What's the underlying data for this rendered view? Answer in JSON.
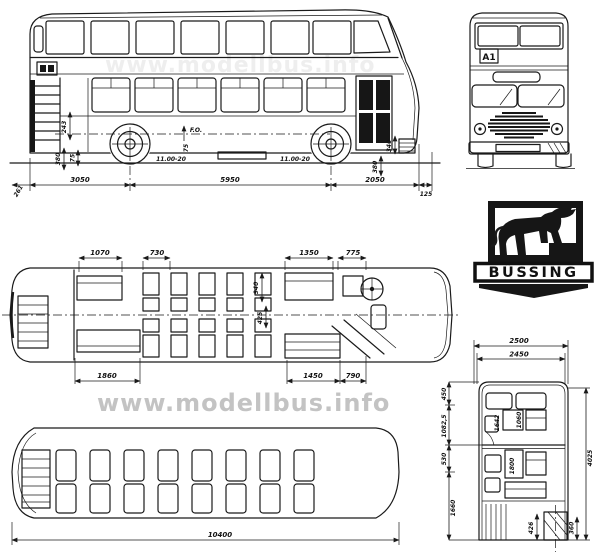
{
  "colors": {
    "ink": "#1a1a1a",
    "paper": "#ffffff",
    "watermark": "#b3b3b3"
  },
  "watermark": {
    "text": "www.modellbus.info"
  },
  "logo": {
    "brand": "BÜSSING"
  },
  "front": {
    "route_sign": "A1"
  },
  "side": {
    "tire_front": "11.00-20",
    "tire_rear": "11.00-20",
    "floor_datum": "F.O.",
    "dims": {
      "rear_step": "261",
      "rear_to_axle": "3050",
      "wheelbase": "5950",
      "axle_to_front": "2050",
      "front_bumper": "125",
      "stair_rise": "243",
      "floor_height": "380",
      "frame_depth": "75",
      "datum_offset": "75",
      "step_height": "340",
      "entry_floor": "380"
    }
  },
  "lower_plan": {
    "dims": {
      "rear_bench": "1070",
      "seat_pitch": "730",
      "front_bench": "1350",
      "driver_area": "775",
      "rear_bench_long": "1860",
      "front_bench_long": "1450",
      "door_width": "790",
      "seat_row_width": "940",
      "aisle_width": "425"
    }
  },
  "roof_plan": {
    "dims": {
      "overall_length": "10400"
    }
  },
  "section": {
    "dims": {
      "overall_width": "2500",
      "body_width": "2450",
      "upper_window": "450",
      "upper_body": "1082,5",
      "between_decks": "530",
      "lower_body": "1660",
      "overall_height": "4025",
      "ground_clearance": "360",
      "upper_headroom": "1642",
      "upper_seat": "1060",
      "lower_headroom": "1800",
      "seat_height": "426"
    }
  }
}
